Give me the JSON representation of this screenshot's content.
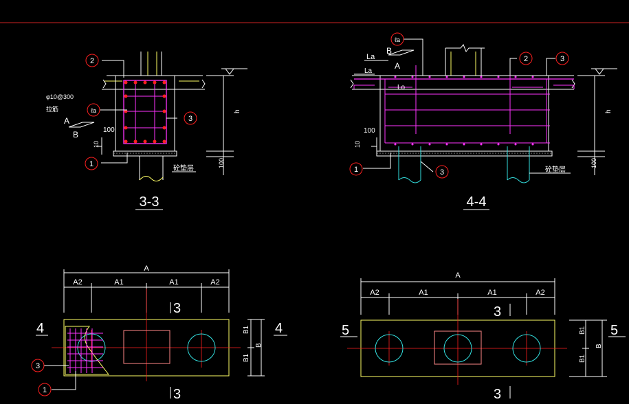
{
  "colors": {
    "background": "#000000",
    "white": "#ffffff",
    "yellow": "#ffff66",
    "magenta": "#ff33ff",
    "red": "#ff2020",
    "cyan": "#33e0e0",
    "frame": "#cc2222"
  },
  "section33": {
    "title": "3-3",
    "callout1": "1",
    "callout2": "2",
    "callout3": "3",
    "lap_label": "ℓa",
    "rebar_note_1": "φ10@300",
    "rebar_note_2": "拉筋",
    "dim_a": "A",
    "dim_b": "B",
    "dim_100": "100",
    "dim_10": "10",
    "dim_h": "h",
    "dim_100_vert": "100",
    "cushion": "砼垫层"
  },
  "section44": {
    "title": "4-4",
    "lap_top": "ℓa",
    "lap_1": "La",
    "lap_2": "La",
    "lap_3": "Lo",
    "dim_a": "A",
    "dim_b": "B",
    "callout1": "1",
    "callout2": "2",
    "callout3_top": "3",
    "callout3_bot": "3",
    "dim_100": "100",
    "dim_10": "10",
    "dim_h": "h",
    "dim_100_vert": "100",
    "cushion": "砼垫层"
  },
  "plan3": {
    "dim_total": "A",
    "dim_a2_left": "A2",
    "dim_a1_left": "A1",
    "dim_a1_right": "A1",
    "dim_a2_right": "A2",
    "cut_top": "3",
    "cut_bottom": "3",
    "cut_left": "4",
    "cut_right": "4",
    "dim_b1_top": "B1",
    "dim_b1_bot": "B1",
    "dim_b": "B",
    "callout3": "3",
    "callout1": "1"
  },
  "plan5": {
    "dim_total": "A",
    "dim_a2_left": "A2",
    "dim_a1_left": "A1",
    "dim_a1_right": "A1",
    "dim_a2_right": "A2",
    "cut_top": "3",
    "cut_bottom": "3",
    "cut_left": "5",
    "cut_right": "5",
    "dim_b1_top": "B1",
    "dim_b1_bot": "B1",
    "dim_b": "B"
  }
}
